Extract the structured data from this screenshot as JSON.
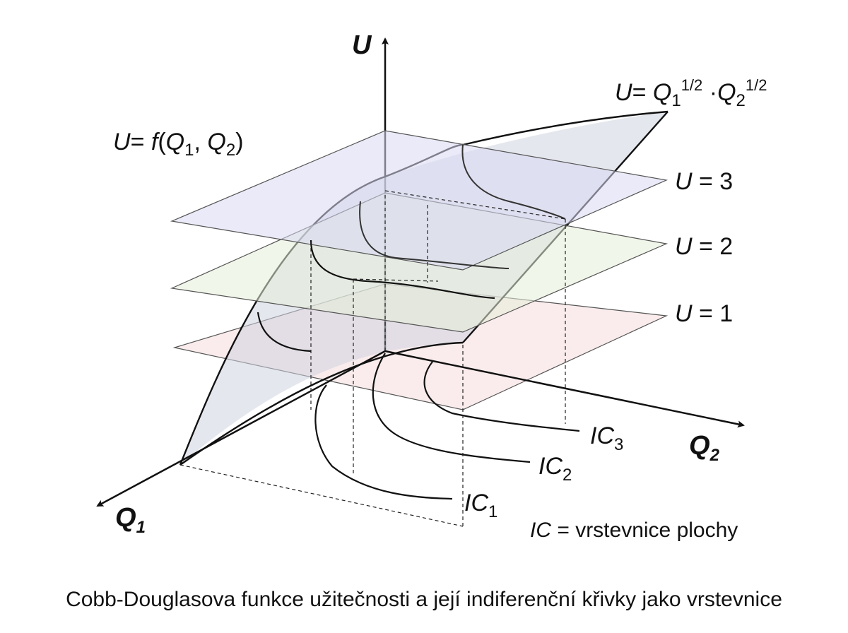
{
  "axes": {
    "u": "U",
    "q1": "Q",
    "q1_sub": "1",
    "q2": "Q",
    "q2_sub": "2"
  },
  "function_label": {
    "u": "U",
    "eq": "= ",
    "f": "f",
    "open": "(",
    "q1": "Q",
    "q1_sub": "1",
    "sep": ", ",
    "q2": "Q",
    "q2_sub": "2",
    "close": ")"
  },
  "formula_label": {
    "u": "U",
    "eq": "= ",
    "q1": "Q",
    "q1_sub": "1",
    "q1_exp": "1/2",
    "dot": " ·",
    "q2": "Q",
    "q2_sub": "2",
    "q2_exp": "1/2"
  },
  "levels": [
    {
      "u": "U",
      "text": " = 3",
      "color": "#d9d9f2"
    },
    {
      "u": "U",
      "text": " = 2",
      "color": "#e6efd9"
    },
    {
      "u": "U",
      "text": " = 1",
      "color": "#f6dfdf"
    }
  ],
  "curves": [
    {
      "label": "IC",
      "sub": "3"
    },
    {
      "label": "IC",
      "sub": "2"
    },
    {
      "label": "IC",
      "sub": "1"
    }
  ],
  "legend": {
    "ic": "IC",
    "text": " = vrstevnice plochy"
  },
  "caption": "Cobb-Douglasova funkce užitečnosti a její indiferenční křivky jako vrstevnice"
}
